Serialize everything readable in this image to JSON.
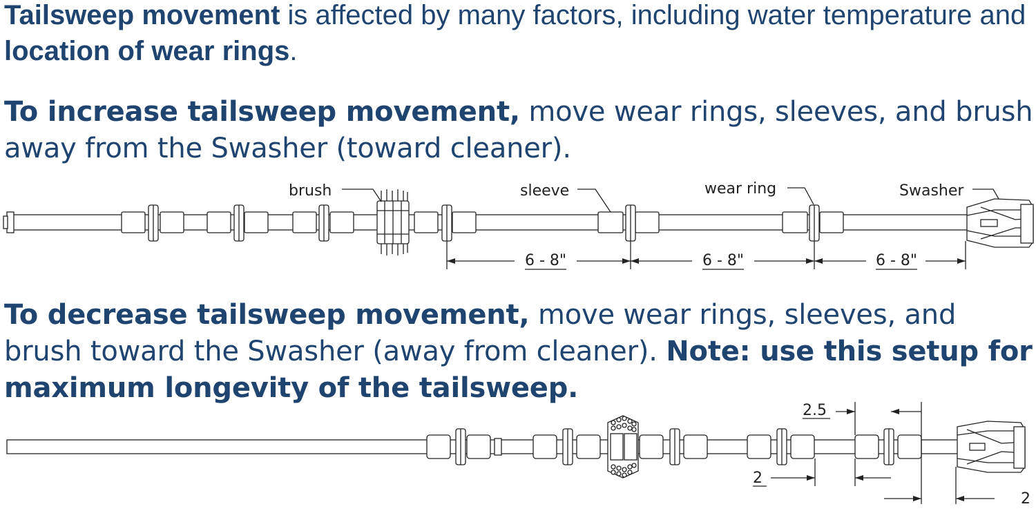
{
  "paragraph1": {
    "bold1": "Tailsweep movement",
    "text1": " is affected by many factors, including water temperature and ",
    "bold2": "location of wear rings",
    "text2": "."
  },
  "paragraph2": {
    "bold1": "To increase tailsweep movement,",
    "text1": " move wear rings, sleeves, and brush away from the Swasher (toward cleaner)."
  },
  "paragraph3": {
    "bold1": "To decrease tailsweep movement,",
    "text1": " move wear rings, sleeves, and brush toward the Swasher (away from cleaner).  ",
    "bold2": "Note: use this setup for maximum longevity of the tailsweep."
  },
  "diagram1": {
    "labels": {
      "brush": "brush",
      "sleeve": "sleeve",
      "wear_ring": "wear ring",
      "swasher": "Swasher"
    },
    "dimensions": [
      "6 - 8\"",
      "6 - 8\"",
      "6 - 8\""
    ]
  },
  "diagram2": {
    "dimensions": {
      "d1": "2.5",
      "d2": "2",
      "d3": "2"
    }
  },
  "colors": {
    "heading": "#1f4470",
    "line": "#222222"
  }
}
